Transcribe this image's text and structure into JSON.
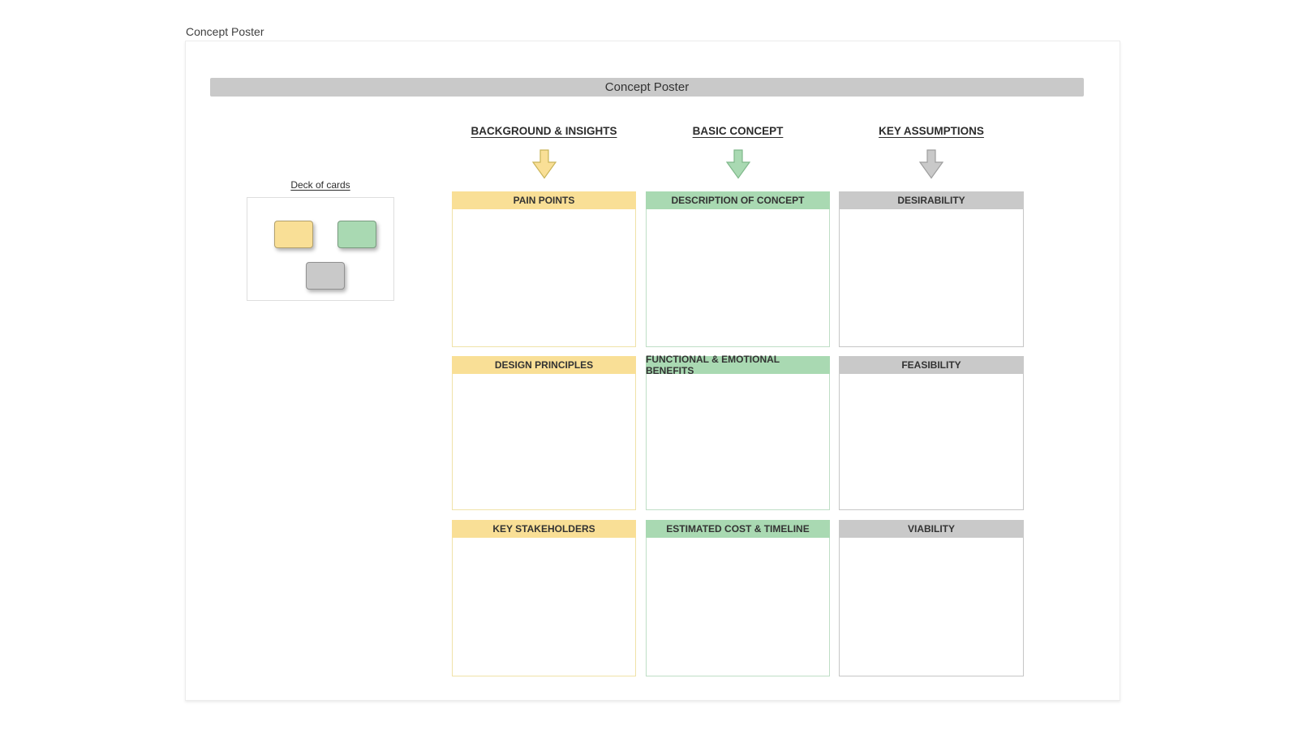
{
  "page": {
    "label": "Concept Poster"
  },
  "poster": {
    "title": "Concept Poster",
    "columns": [
      {
        "header": "BACKGROUND & INSIGHTS",
        "color": "yellow",
        "arrow_icon": "down-arrow-icon",
        "cards": [
          "PAIN POINTS",
          "DESIGN PRINCIPLES",
          "KEY STAKEHOLDERS"
        ]
      },
      {
        "header": "BASIC CONCEPT",
        "color": "green",
        "arrow_icon": "down-arrow-icon",
        "cards": [
          "DESCRIPTION OF CONCEPT",
          "FUNCTIONAL & EMOTIONAL BENEFITS",
          "ESTIMATED COST & TIMELINE"
        ]
      },
      {
        "header": "KEY ASSUMPTIONS",
        "color": "gray",
        "arrow_icon": "down-arrow-icon",
        "cards": [
          "DESIRABILITY",
          "FEASIBILITY",
          "VIABILITY"
        ]
      }
    ],
    "deck": {
      "label": "Deck of cards",
      "cards": [
        "yellow-card",
        "green-card",
        "gray-card"
      ]
    },
    "colors": {
      "bar": "#c9c9c9",
      "yellow": {
        "fill": "#f9df96",
        "border": "#c9b458",
        "body_border": "#f0e2a8"
      },
      "green": {
        "fill": "#a9d9b2",
        "border": "#7fb88a",
        "body_border": "#bfdec6"
      },
      "gray": {
        "fill": "#c9c9c9",
        "border": "#9e9e9e",
        "body_border": "#c6c6c6"
      }
    }
  }
}
